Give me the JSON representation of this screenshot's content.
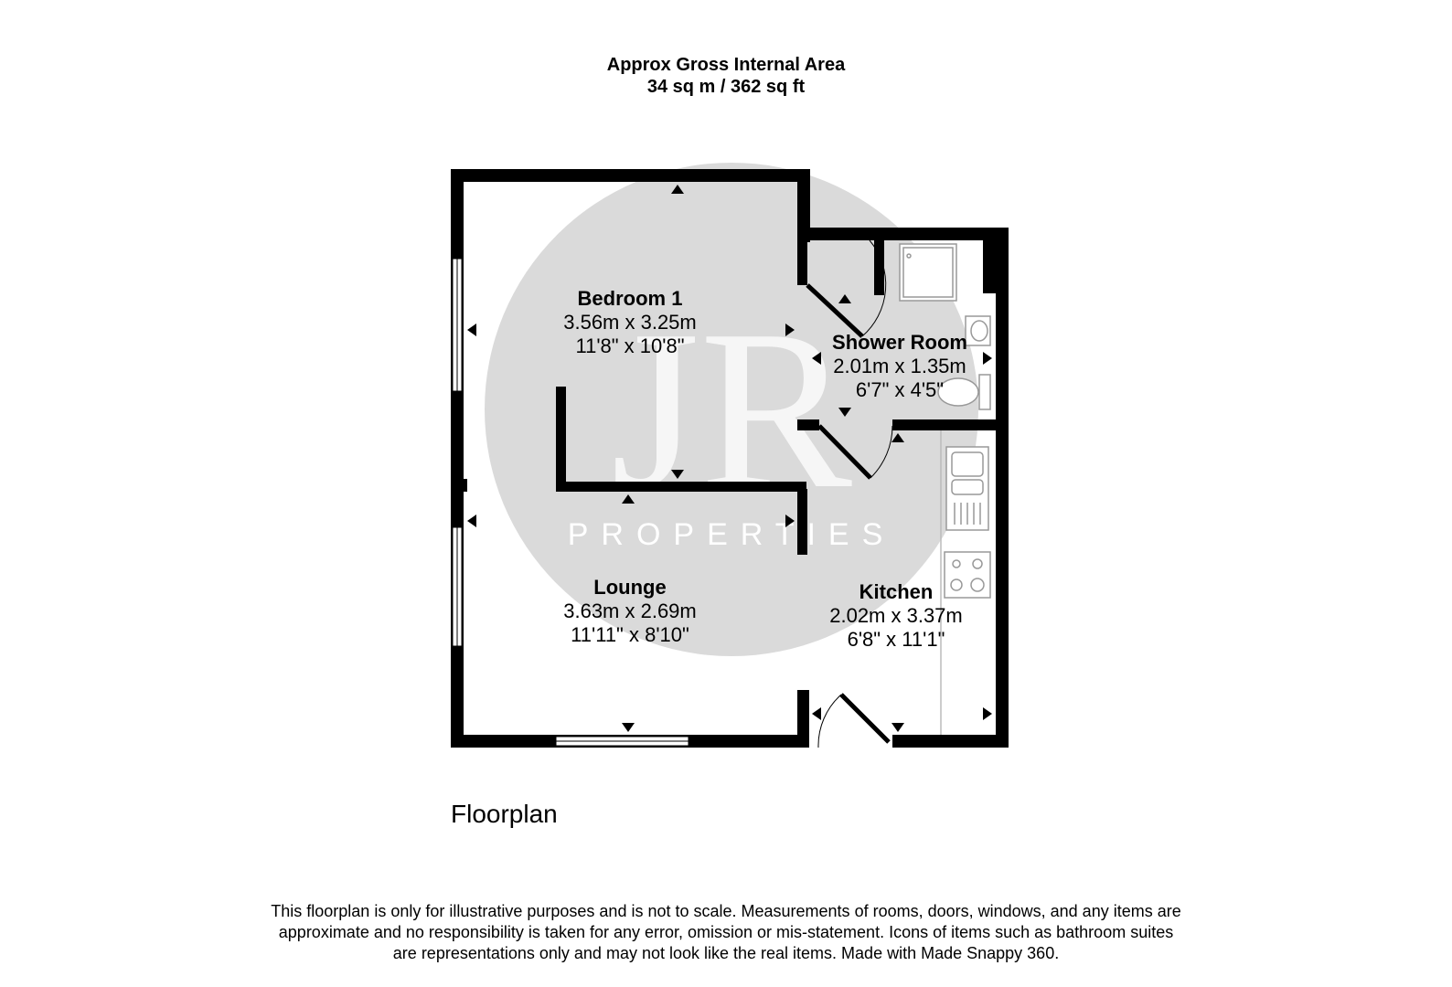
{
  "header": {
    "line1": "Approx Gross Internal Area",
    "line2": "34 sq m / 362 sq ft"
  },
  "watermark": {
    "logo": "JR",
    "subtitle": "PROPERTIES"
  },
  "rooms": [
    {
      "name": "Bedroom 1",
      "metric": "3.56m x 3.25m",
      "imperial": "11'8\" x 10'8\""
    },
    {
      "name": "Shower Room",
      "metric": "2.01m x 1.35m",
      "imperial": "6'7\" x 4'5\""
    },
    {
      "name": "Lounge",
      "metric": "3.63m x 2.69m",
      "imperial": "11'11\" x 8'10\""
    },
    {
      "name": "Kitchen",
      "metric": "2.02m x 3.37m",
      "imperial": "6'8\" x 11'1\""
    }
  ],
  "caption": "Floorplan",
  "disclaimer": {
    "line1": "This floorplan is only for illustrative purposes and is not to scale. Measurements of rooms, doors, windows, and any items are",
    "line2": "approximate and no responsibility is taken for any error, omission or mis-statement. Icons of items such as bathroom suites",
    "line3": "are representations only and may not look like the real items. Made with Made Snappy 360."
  },
  "colors": {
    "wall": "#000000",
    "watermark_disc": "#d9d9d9",
    "watermark_text": "#ffffff",
    "fixture_stroke": "#999999"
  }
}
